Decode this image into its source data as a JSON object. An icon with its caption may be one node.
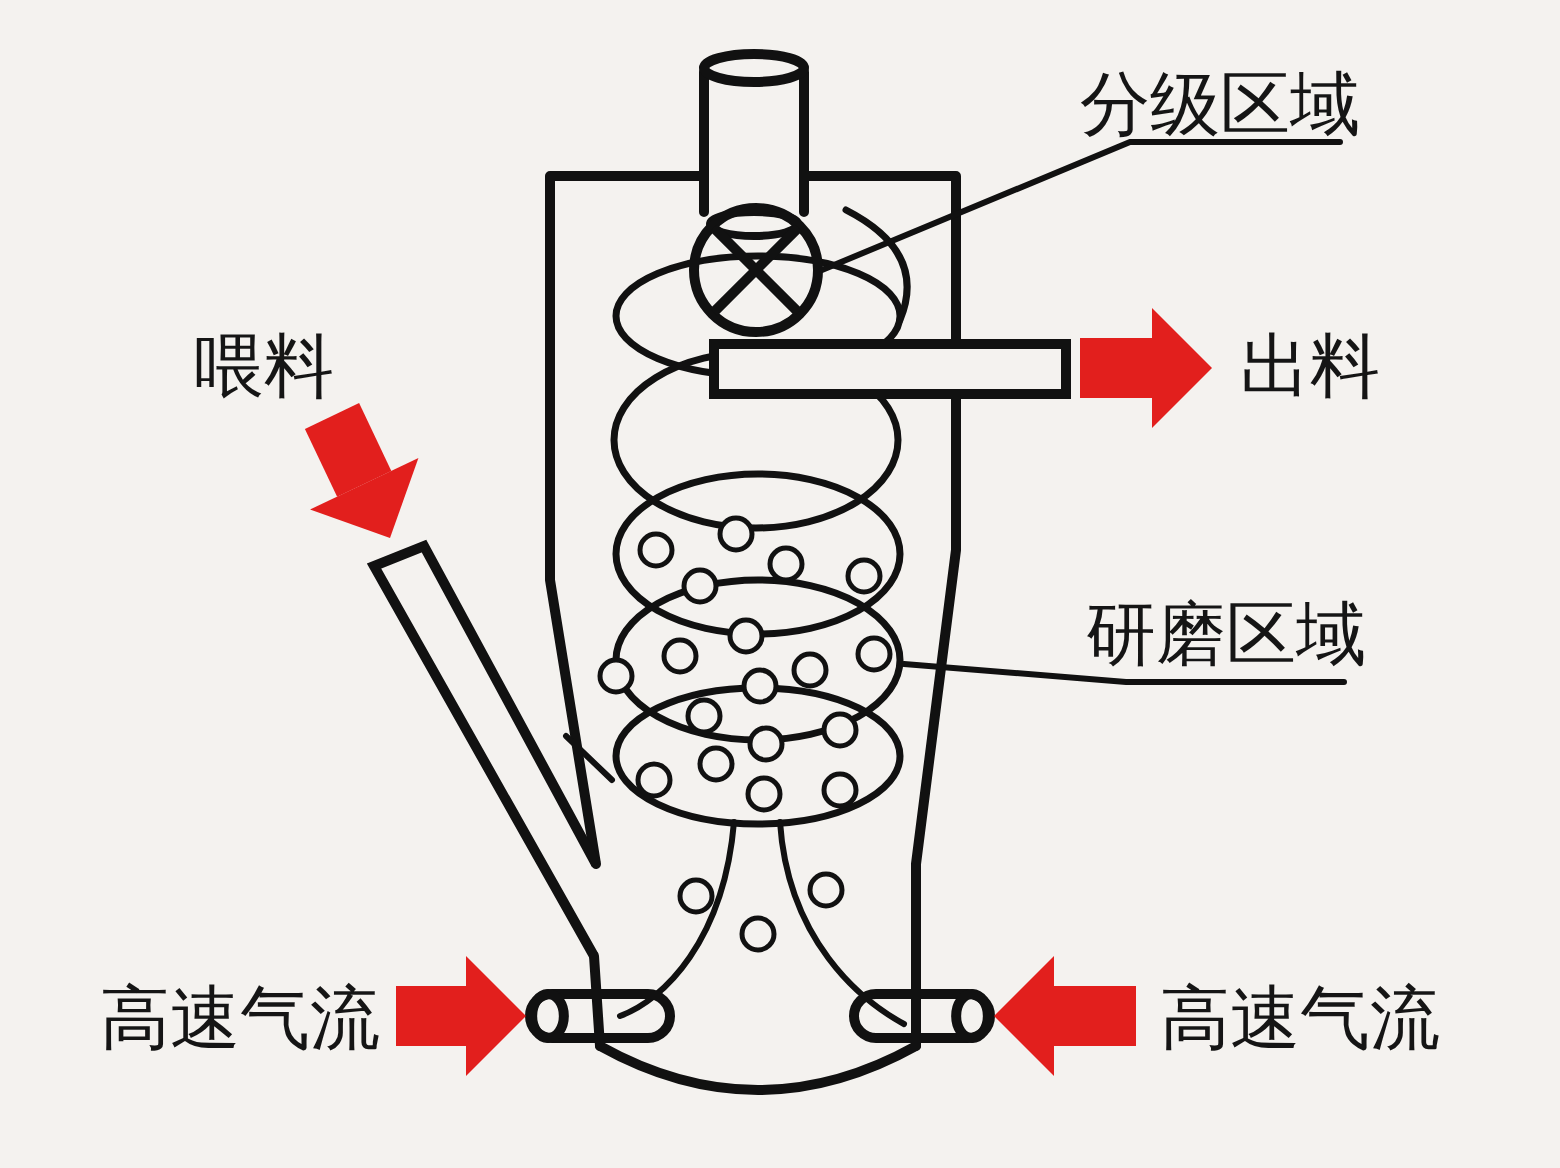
{
  "diagram": {
    "nodes": [
      {
        "text": [
          "分级区域"
        ]
      },
      {
        "text": [],
        "shape": "circle"
      },
      {
        "text": [
          "喂料"
        ]
      },
      {
        "text": [],
        "shape": "bar"
      },
      {
        "text": [
          "出料"
        ]
      },
      {
        "text": [],
        "shape": "bar"
      },
      {
        "text": [
          "研磨区域"
        ]
      },
      {
        "text": [],
        "shape": "spiral"
      },
      {
        "text": [
          "高速气流"
        ]
      },
      {
        "text": [],
        "shape": "cylinder"
      },
      {
        "text": [
          "高速气流"
        ]
      },
      {
        "text": [],
        "shape": "cylinder"
      }
    ],
    "edges": [
      {
        "from": 0,
        "to": 1,
        "arrow": "none",
        "color": "#111111"
      },
      {
        "from": 2,
        "to": 3,
        "arrow": "to",
        "color": "#e21f1d"
      },
      {
        "from": 5,
        "to": 4,
        "arrow": "to",
        "color": "#e21f1d"
      },
      {
        "from": 6,
        "to": 7,
        "arrow": "none",
        "color": "#111111"
      },
      {
        "from": 8,
        "to": 9,
        "arrow": "to",
        "color": "#e21f1d"
      },
      {
        "from": 10,
        "to": 11,
        "arrow": "to",
        "color": "#e21f1d"
      }
    ]
  }
}
